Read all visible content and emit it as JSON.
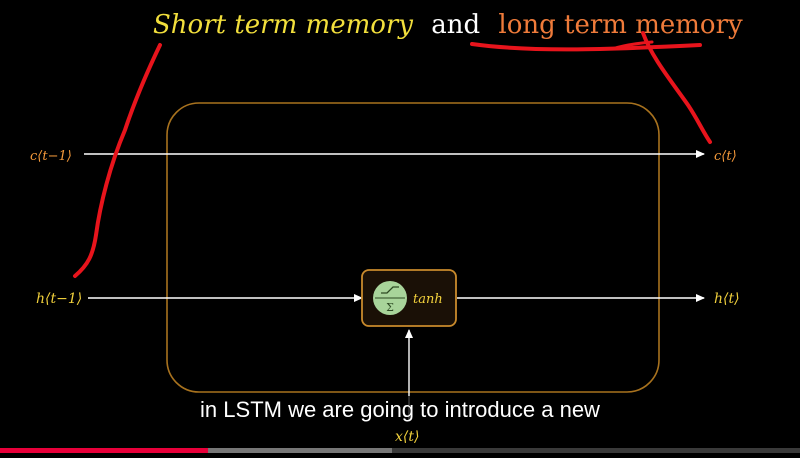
{
  "title": {
    "part1": "Short term memory",
    "joiner": "and",
    "part2": "long term memory"
  },
  "labels": {
    "c_prev": "c⟨t−1⟩",
    "c_curr": "c⟨t⟩",
    "h_prev": "h⟨t−1⟩",
    "h_curr": "h⟨t⟩",
    "x_curr": "x⟨t⟩",
    "activation": "tanh",
    "sum_symbol": "Σ"
  },
  "subtitle": "in LSTM we are going to introduce a new",
  "player": {
    "progress": 0.26,
    "buffered": 0.49
  },
  "colors": {
    "background": "#000000",
    "title_yellow": "#f2df3c",
    "title_orange": "#ef7b3a",
    "label_orange": "#f59a3b",
    "label_yellow": "#f1d03c",
    "box_border": "#a8721e",
    "arrow": "#ffffff",
    "annotation_red": "#e8141c",
    "neuron_fill": "#a8d49a",
    "progress_played": "#e8003a"
  }
}
